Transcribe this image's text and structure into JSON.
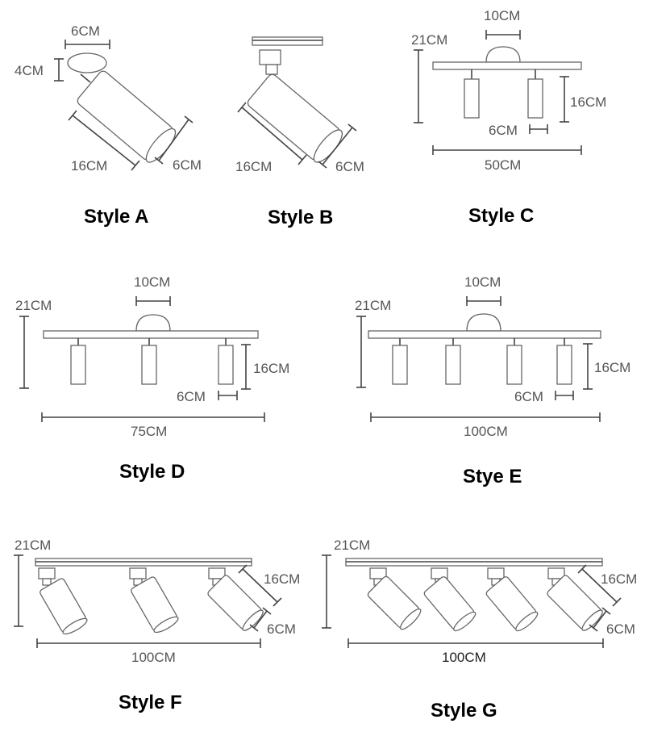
{
  "styles": [
    {
      "id": "A",
      "title": "Style A",
      "dims": [
        "6CM",
        "4CM",
        "16CM",
        "6CM"
      ]
    },
    {
      "id": "B",
      "title": "Style B",
      "dims": [
        "16CM",
        "6CM"
      ]
    },
    {
      "id": "C",
      "title": "Style C",
      "dims": [
        "10CM",
        "21CM",
        "16CM",
        "6CM",
        "50CM"
      ]
    },
    {
      "id": "D",
      "title": "Style D",
      "dims": [
        "10CM",
        "21CM",
        "16CM",
        "6CM",
        "75CM"
      ]
    },
    {
      "id": "E",
      "title": "Stye E",
      "dims": [
        "10CM",
        "21CM",
        "16CM",
        "6CM",
        "100CM"
      ]
    },
    {
      "id": "F",
      "title": "Style F",
      "dims": [
        "21CM",
        "16CM",
        "6CM",
        "100CM"
      ]
    },
    {
      "id": "G",
      "title": "Style G",
      "dims": [
        "21CM",
        "16CM",
        "6CM",
        "100CM"
      ]
    }
  ],
  "colors": {
    "line": "#444444",
    "text": "#555555",
    "title": "#000000"
  }
}
